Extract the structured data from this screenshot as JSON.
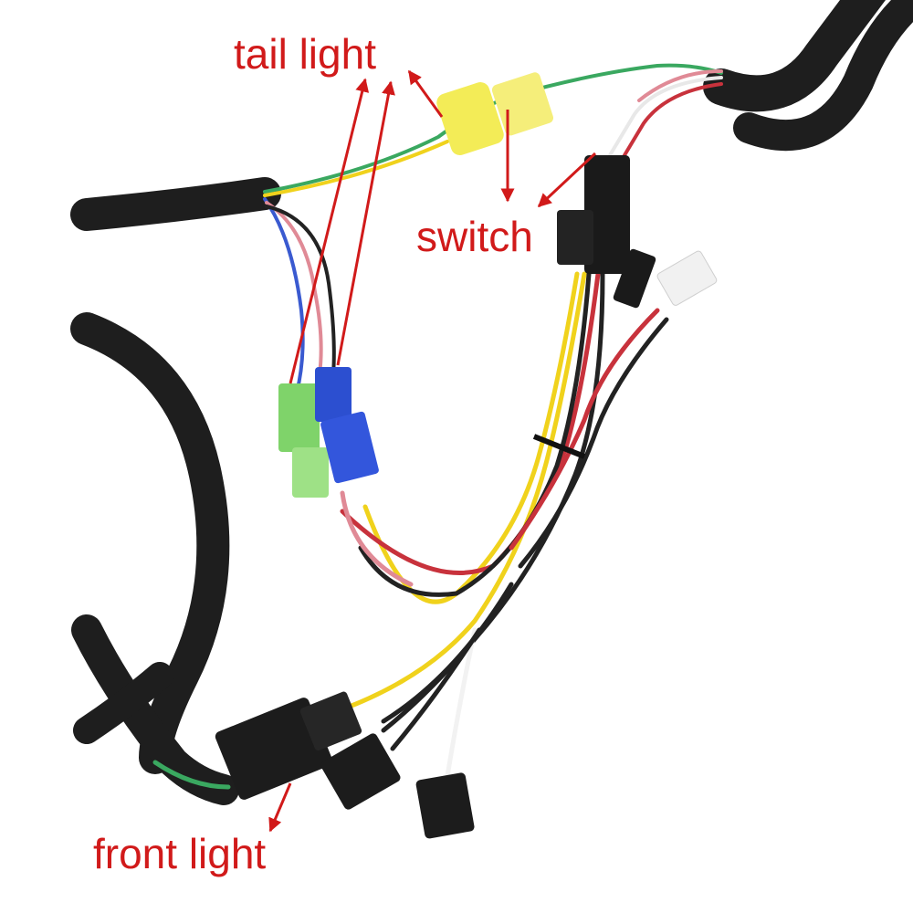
{
  "labels": {
    "tail_light": "tail light",
    "switch": "switch",
    "front_light": "front light"
  },
  "colors": {
    "annotation": "#d11a1a",
    "cable_sheath": "#1e1e1e",
    "wire_yellow": "#f0d21c",
    "wire_red": "#c8323c",
    "wire_pink": "#e08a96",
    "wire_green": "#3aa860",
    "wire_blue": "#3a5ad0",
    "wire_black": "#222222",
    "wire_white": "#f2f2f2",
    "connector_yellow": "#f3ec57",
    "connector_green": "#7fd36a",
    "connector_blue": "#2c4fd0",
    "connector_black": "#1a1a1a"
  },
  "icons": {
    "arrow": "arrow-icon"
  }
}
